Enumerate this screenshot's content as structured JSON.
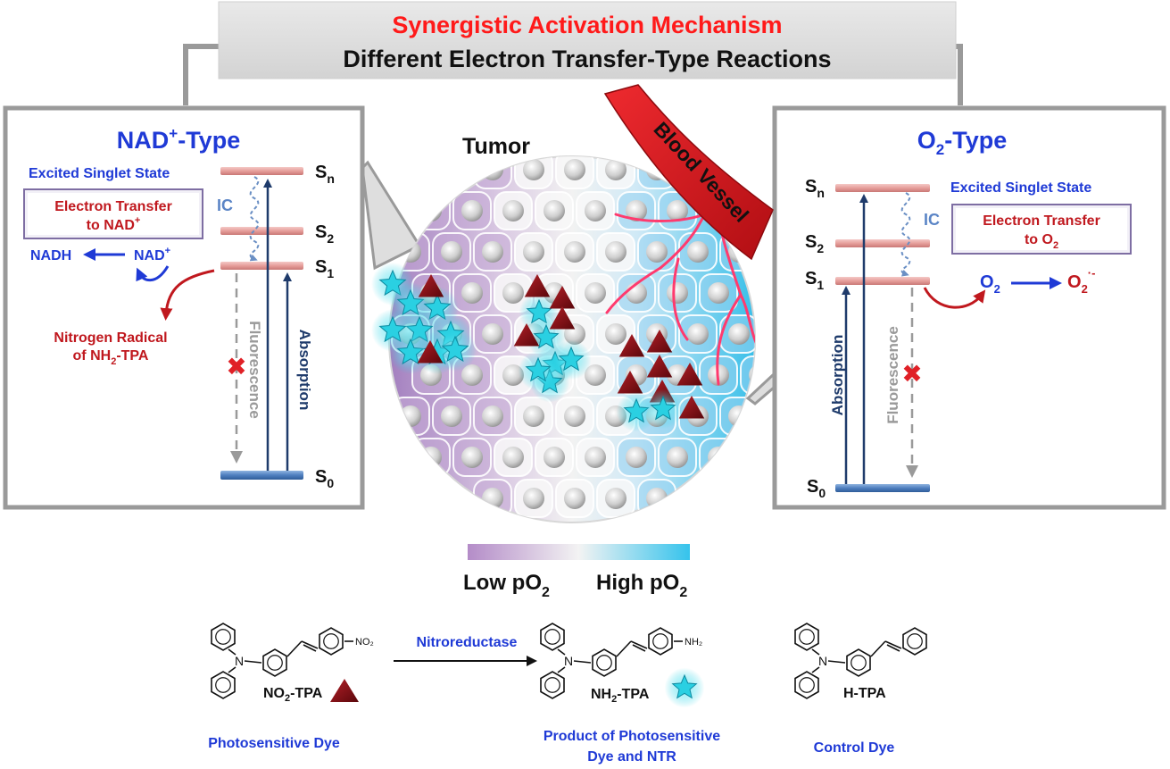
{
  "title": {
    "line1": "Synergistic Activation Mechanism",
    "line2": "Different Electron Transfer-Type Reactions"
  },
  "left_panel": {
    "heading_main": "NAD",
    "heading_sup": "+",
    "heading_rest": "-Type",
    "excited_state": "Excited Singlet State",
    "et_box_line1": "Electron Transfer",
    "et_box_line2": "to NAD",
    "et_box_sup": "+",
    "ic": "IC",
    "nadh": "NADH",
    "nad": "NAD",
    "nad_sup": "+",
    "radical_line1": "Nitrogen Radical",
    "radical_line2a": "of NH",
    "radical_line2_sub": "2",
    "radical_line2b": "-TPA",
    "fluorescence": "Fluorescence",
    "absorption": "Absorption",
    "levels": [
      {
        "main": "S",
        "sub": "n"
      },
      {
        "main": "S",
        "sub": "2"
      },
      {
        "main": "S",
        "sub": "1"
      },
      {
        "main": "S",
        "sub": "0"
      }
    ]
  },
  "right_panel": {
    "heading_main": "O",
    "heading_sub": "2",
    "heading_rest": "-Type",
    "excited_state": "Excited Singlet State",
    "et_box_line1": "Electron Transfer",
    "et_box_line2": "to O",
    "et_box_sub": "2",
    "ic": "IC",
    "o2": "O",
    "o2_sub": "2",
    "o2rad": "O",
    "o2rad_sub": "2",
    "o2rad_sup": "·-",
    "fluorescence": "Fluorescence",
    "absorption": "Absorption",
    "levels": [
      {
        "main": "S",
        "sub": "n"
      },
      {
        "main": "S",
        "sub": "2"
      },
      {
        "main": "S",
        "sub": "1"
      },
      {
        "main": "S",
        "sub": "0"
      }
    ]
  },
  "tumor": {
    "label": "Tumor",
    "vessel_label": "Blood Vessel"
  },
  "gradient": {
    "low_main": "Low pO",
    "low_sub": "2",
    "high_main": "High pO",
    "high_sub": "2",
    "low_color": "#b48cc8",
    "high_color": "#35c3ec"
  },
  "molecules": {
    "dye1_label_a": "NO",
    "dye1_label_sub": "2",
    "dye1_label_b": "-TPA",
    "dye1_substituent": "NO₂",
    "reaction": "Nitroreductase",
    "dye2_label_a": "NH",
    "dye2_label_sub": "2",
    "dye2_label_b": "-TPA",
    "dye2_substituent": "NH₂",
    "dye3_label": "H-TPA",
    "amine_atom": "N",
    "caption1": "Photosensitive Dye",
    "caption2_line1": "Product of Photosensitive",
    "caption2_line2": "Dye and NTR",
    "caption3": "Control Dye"
  },
  "colors": {
    "title_red": "#ff1a1a",
    "blue_text": "#1f3ad6",
    "dark_red": "#c0181e",
    "level_pink": "#e8a9a7",
    "level_blue": "#4f7fbf",
    "arrow_navy": "#1f3b6b",
    "triangle": "#8a0f14",
    "star": "#2ad0e2",
    "vessel": "#d8141b"
  }
}
